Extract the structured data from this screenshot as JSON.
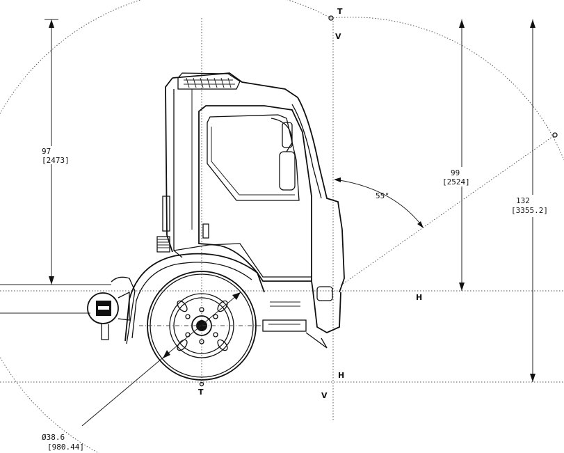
{
  "diagram": {
    "labels": {
      "top_t": "T",
      "bottom_t": "T",
      "v_top": "V",
      "v_bottom": "V",
      "h_right": "H",
      "h_bottom": "H"
    },
    "dimensions": {
      "left_height": {
        "value": "97",
        "metric": "[2473]"
      },
      "cab_height": {
        "value": "99",
        "metric": "[2524]"
      },
      "total_height": {
        "value": "132",
        "metric": "[3355.2]"
      },
      "wheel_diameter": {
        "value": "Ø38.6",
        "metric": "[980.44]"
      },
      "angle": "55°"
    }
  }
}
